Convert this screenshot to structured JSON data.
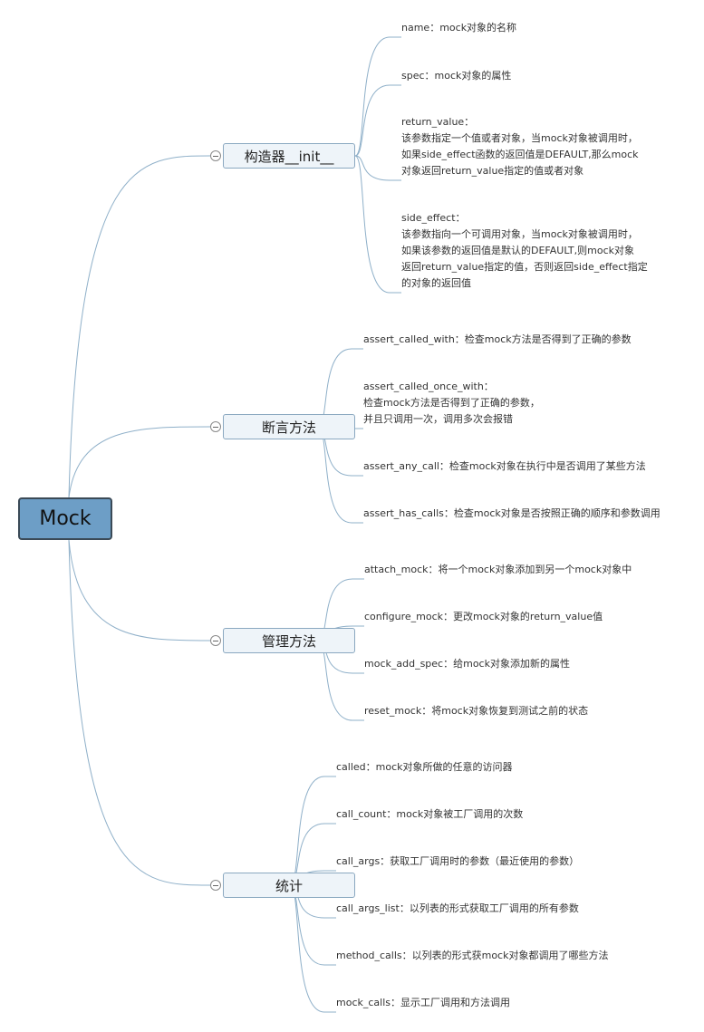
{
  "root": {
    "label": "Mock"
  },
  "branches": [
    {
      "label": "构造器__init__",
      "leaves": [
        "name：mock对象的名称",
        "spec：mock对象的属性",
        "return_value：\n该参数指定一个值或者对象，当mock对象被调用时，\n如果side_effect函数的返回值是DEFAULT,那么mock\n对象返回return_value指定的值或者对象",
        "side_effect：\n该参数指向一个可调用对象，当mock对象被调用时，\n如果该参数的返回值是默认的DEFAULT,则mock对象\n返回return_value指定的值，否则返回side_effect指定\n的对象的返回值"
      ]
    },
    {
      "label": "断言方法",
      "leaves": [
        "assert_called_with：检查mock方法是否得到了正确的参数",
        "assert_called_once_with：\n检查mock方法是否得到了正确的参数，\n并且只调用一次，调用多次会报错",
        "assert_any_call：检查mock对象在执行中是否调用了某些方法",
        "assert_has_calls：检查mock对象是否按照正确的顺序和参数调用"
      ]
    },
    {
      "label": "管理方法",
      "leaves": [
        "attach_mock：将一个mock对象添加到另一个mock对象中",
        "configure_mock：更改mock对象的return_value值",
        "mock_add_spec：给mock对象添加新的属性",
        "reset_mock：将mock对象恢复到测试之前的状态"
      ]
    },
    {
      "label": "统计",
      "leaves": [
        "called：mock对象所做的任意的访问器",
        "call_count：mock对象被工厂调用的次数",
        "call_args：获取工厂调用时的参数（最近使用的参数）",
        "call_args_list：以列表的形式获取工厂调用的所有参数",
        "method_calls：以列表的形式获mock对象都调用了哪些方法",
        "mock_calls：显示工厂调用和方法调用"
      ]
    }
  ]
}
